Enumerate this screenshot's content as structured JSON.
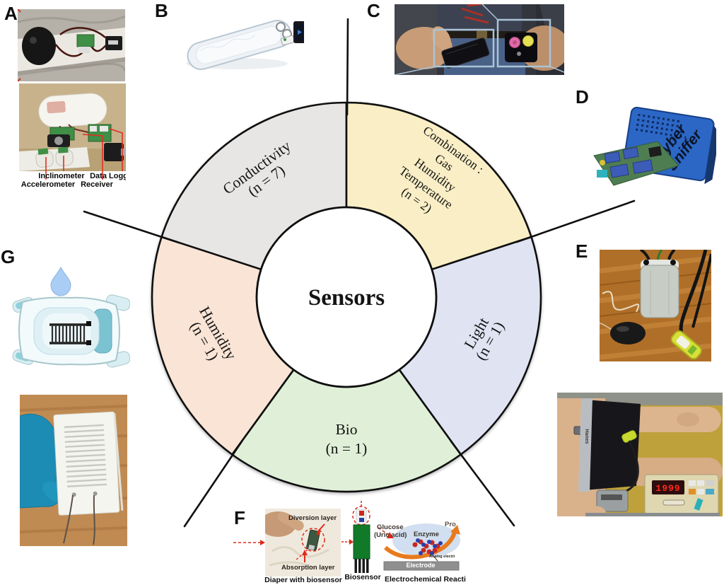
{
  "donut": {
    "center_label": "Sensors",
    "segments": [
      {
        "key": "conductivity",
        "color": "#e7e6e4",
        "lines": [
          "Conductivity",
          "(n = 7)"
        ]
      },
      {
        "key": "combination",
        "color": "#f9eec5",
        "lines": [
          "Combination :",
          "Gas",
          "Humidity",
          "Temperature",
          "(n = 2)"
        ]
      },
      {
        "key": "light",
        "color": "#dfe3f2",
        "lines": [
          "Light",
          "(n = 1)"
        ]
      },
      {
        "key": "bio",
        "color": "#e0f0d8",
        "lines": [
          "Bio",
          "(n = 1)"
        ]
      },
      {
        "key": "humidity",
        "color": "#f9e4d6",
        "lines": [
          "Humidity",
          "(n = 1)"
        ]
      }
    ]
  },
  "panels": {
    "a": {
      "letter": "A",
      "labels": {
        "inclinometer": "Inclinometer",
        "accelerometer": "Accelerometer",
        "data_logger": "Data Logg",
        "receiver": "Receiver"
      }
    },
    "b": {
      "letter": "B"
    },
    "c": {
      "letter": "C"
    },
    "d": {
      "letter": "D",
      "device_line1": "Cyber",
      "device_line2": "Sniffer"
    },
    "e": {
      "letter": "E",
      "waistband": "Hanes",
      "display": "1999"
    },
    "f": {
      "letter": "F",
      "labels": {
        "diversion": "Diversion layer",
        "absorption": "Absorption layer",
        "diaper_caption": "Diaper with biosensor",
        "biosensor_caption": "Biosensor",
        "glucose_line1": "Glucose",
        "glucose_line2": "(Uric acid)",
        "enzyme": "Enzyme",
        "product": "Pro",
        "analog": "Analog electri",
        "electrode": "Electrode",
        "reaction_caption": "Electrochemical Reacti"
      }
    },
    "g": {
      "letter": "G"
    }
  }
}
